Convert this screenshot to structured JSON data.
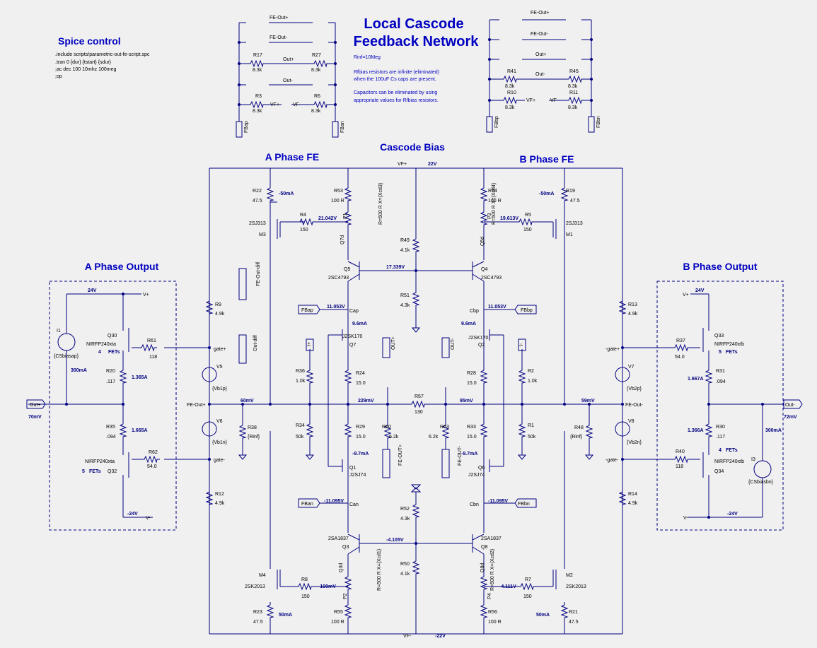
{
  "titles": {
    "main_line1": "Local Cascode",
    "main_line2": "Feedback Network",
    "spice": "Spice control",
    "cascode_bias": "Cascode Bias",
    "a_fe": "A Phase FE",
    "b_fe": "B Phase FE",
    "a_out": "A Phase Output",
    "b_out": "B Phase Output"
  },
  "spice_lines": [
    ".include scripts/parametric-out-fe-script.spc",
    ".tran 0 {dur} {tstart} {sdur}",
    ";ac dec 100 10mhz 100meg",
    ";op"
  ],
  "notes": [
    "Rinf=10Meg",
    "Rfbias resistors are infinite (eliminated)",
    "when the 100uF Cs caps are present.",
    "Capacitors can be eliminated by using",
    "appropriate values for Rfbias resistors."
  ],
  "fb_left": {
    "nets": [
      "FE-Out+",
      "FE-Out-",
      "Out+",
      "Out-",
      "VF+",
      "VF"
    ],
    "resistors": [
      {
        "name": "R17",
        "value": "8.3k"
      },
      {
        "name": "R27",
        "value": "8.3k"
      },
      {
        "name": "R3",
        "value": "8.3k"
      },
      {
        "name": "R6",
        "value": "8.3k"
      }
    ],
    "ports": [
      "FBap",
      "FBan"
    ]
  },
  "fb_right": {
    "nets": [
      "FE-Out+",
      "FE-Out-",
      "Out+",
      "Out-",
      "VF+",
      "VF"
    ],
    "resistors": [
      {
        "name": "R41",
        "value": "8.3k"
      },
      {
        "name": "R45",
        "value": "8.3k"
      },
      {
        "name": "R10",
        "value": "8.3k"
      },
      {
        "name": "R11",
        "value": "8.3k"
      }
    ],
    "ports": [
      "FBbp",
      "FBbn"
    ]
  },
  "rails": {
    "vf_plus": "VF+",
    "v22": "22V",
    "vf_minus": "VF-",
    "vm22": "-22V"
  },
  "center": {
    "R53": {
      "name": "R53",
      "value": "100 R"
    },
    "R54": {
      "name": "R54",
      "value": "100 R"
    },
    "P1": {
      "name": "P1",
      "value": "R=500 R X={Xcd3}"
    },
    "P3": {
      "name": "P3",
      "value": "R=500 R X={Xcd4}"
    },
    "P2": {
      "name": "P2",
      "value": "R=500 R X={Xcd1}"
    },
    "P4": {
      "name": "P4",
      "value": "R=500 R X={Xcd2}"
    },
    "R49": {
      "name": "R49",
      "value": "4.1k"
    },
    "R51": {
      "name": "R51",
      "value": "4.3k"
    },
    "R52": {
      "name": "R52",
      "value": "4.3k"
    },
    "R50": {
      "name": "R50",
      "value": "4.1k"
    },
    "Q5": {
      "name": "Q5",
      "part": "2SC4793"
    },
    "Q4": {
      "name": "Q4",
      "part": "2SC4793"
    },
    "Q3": {
      "name": "Q3",
      "part": "2SA1837"
    },
    "Q8": {
      "name": "Q8",
      "part": "2SA1837"
    },
    "Q7": {
      "name": "Q7",
      "part": "J2SK170"
    },
    "Q2": {
      "name": "Q2",
      "part": "J2SK170"
    },
    "Q1": {
      "name": "Q1",
      "part": "J2SJ74"
    },
    "Q6": {
      "name": "Q6",
      "part": "J2SJ74"
    },
    "R24": {
      "name": "R24",
      "value": "15.0"
    },
    "R28": {
      "name": "R28",
      "value": "15.0"
    },
    "R29": {
      "name": "R29",
      "value": "15.0"
    },
    "R33": {
      "name": "R33",
      "value": "15.0"
    },
    "R36": {
      "name": "R36",
      "value": "1.0k"
    },
    "R2": {
      "name": "R2",
      "value": "1.0k"
    },
    "R34": {
      "name": "R34",
      "value": "50k"
    },
    "R1": {
      "name": "R1",
      "value": "50k"
    },
    "R57": {
      "name": "R57",
      "value": "130"
    },
    "R60": {
      "name": "R60",
      "value": "6.2k"
    },
    "R63": {
      "name": "R63",
      "value": "6.2k"
    },
    "M3": {
      "name": "M3",
      "part": "2SJ313"
    },
    "M1": {
      "name": "M1",
      "part": "2SJ313"
    },
    "M4": {
      "name": "M4",
      "part": "2SK2013"
    },
    "M2": {
      "name": "M2",
      "part": "2SK2013"
    },
    "R22": {
      "name": "R22",
      "value": "47.5"
    },
    "R19": {
      "name": "R19",
      "value": "47.5"
    },
    "R23": {
      "name": "R23",
      "value": "47.5"
    },
    "R21": {
      "name": "R21",
      "value": "47.5"
    },
    "R4": {
      "name": "R4",
      "value": "150"
    },
    "R5": {
      "name": "R5",
      "value": "150"
    },
    "R8": {
      "name": "R8",
      "value": "150"
    },
    "R7": {
      "name": "R7",
      "value": "150"
    },
    "R55": {
      "name": "R55",
      "value": "100 R"
    },
    "R56": {
      "name": "R56",
      "value": "100 R"
    },
    "R9": {
      "name": "R9",
      "value": "4.9k"
    },
    "R12": {
      "name": "R12",
      "value": "4.9k"
    },
    "R13": {
      "name": "R13",
      "value": "4.9k"
    },
    "R14": {
      "name": "R14",
      "value": "4.9k"
    },
    "R38": {
      "name": "R38",
      "value": "{Rinf}"
    },
    "R48": {
      "name": "R48",
      "value": "{Rinf}"
    },
    "V5": {
      "name": "V5",
      "value": "{Vb1p}"
    },
    "V6": {
      "name": "V6",
      "value": "{Vb1n}"
    },
    "V7": {
      "name": "V7",
      "value": "{Vb2p}"
    },
    "V8": {
      "name": "V8",
      "value": "{Vb2n}"
    }
  },
  "measurements": {
    "a_m3_i": "-50mA",
    "b_m1_i": "-50mA",
    "v_21042": "21.042V",
    "v_19613": "19.613V",
    "v_17339": "17.339V",
    "v_11053a": "11.053V",
    "v_11053b": "11.053V",
    "i_96a": "9.6mA",
    "i_96b": "9.6mA",
    "v_229": "229mV",
    "v_95": "95mV",
    "v_60": "60mV",
    "v_59": "59mV",
    "i_m97a": "-9.7mA",
    "i_m97b": "-9.7mA",
    "v_m11095a": "-11.095V",
    "v_m11095b": "-11.095V",
    "v_m4105": "-4.105V",
    "v_m190": "-190mV",
    "v_m4111": "-4.111V",
    "i_50a": "50mA",
    "i_50b": "50mA"
  },
  "nets": {
    "gate_p_a": "gate+",
    "gate_n_a": "gate-",
    "gate_p_b": "-gate+",
    "gate_n_b": "-gate-",
    "fe_out_p": "FE-Out+",
    "fe_out_n": "FE-Out-",
    "cap": "Cap",
    "cbp": "Cbp",
    "can": "Can",
    "cbn": "Cbn",
    "q7d": "Q7d",
    "q5d": "Q5d",
    "q3d": "Q3d",
    "q8d": "Q8d",
    "fbap": "FBap",
    "fbbp": "FBbp",
    "fban": "FBan",
    "fbbn": "FBbn",
    "iplus": "I+",
    "iminus": "I-",
    "out_p_flag": "OUT+",
    "out_n_flag": "OUT-",
    "fe_out_p_flag": "FE-OUT+",
    "fe_out_n_flag": "FE-OUT-",
    "out_diff_top": "FE-Out-diff",
    "out_diff": "Out-diff"
  },
  "a_output": {
    "rail_p": "24V",
    "vplus": "V+",
    "rail_n": "-24V",
    "vminus": "V-",
    "I1": "I1",
    "I1_val": "{CSbiasap}",
    "Q30": "Q30",
    "Q30_part": "NIRFP240xta",
    "Q30_fet": "4",
    "Q30_fet_label": "FETs",
    "Q32": "Q32",
    "Q32_part": "NIRFP240xta",
    "Q32_fet": "5",
    "Q32_fet_label": "FETs",
    "R61": "R61",
    "R61_val": "118",
    "R62": "R62",
    "R62_val": "54.0",
    "R20": "R20",
    "R20_val": ".117",
    "R35": "R35",
    "R35_val": ".094",
    "i_300": "300mA",
    "i_1365": "1.365A",
    "i_1665": "1.665A",
    "out_port": "Out+",
    "v70": "70mV"
  },
  "b_output": {
    "rail_p": "24V",
    "vplus": "V+",
    "rail_n": "-24V",
    "vminus": "V-",
    "I3": "I3",
    "I3_val": "{CSbiasbn}",
    "Q33": "Q33",
    "Q33_part": "NIRFP240xtb",
    "Q33_fet": "5",
    "Q33_fet_label": "FETs",
    "Q34": "Q34",
    "Q34_part": "NIRFP240xtb",
    "Q34_fet": "4",
    "Q34_fet_label": "FETs",
    "R37": "R37",
    "R37_val": "54.0",
    "R40": "R40",
    "R40_val": "118",
    "R31": "R31",
    "R31_val": ".094",
    "R30": "R30",
    "R30_val": ".117",
    "i_300": "300mA",
    "i_1667": "1.667A",
    "i_1366": "1.366A",
    "out_port": "Out-",
    "v72": "72mV"
  }
}
